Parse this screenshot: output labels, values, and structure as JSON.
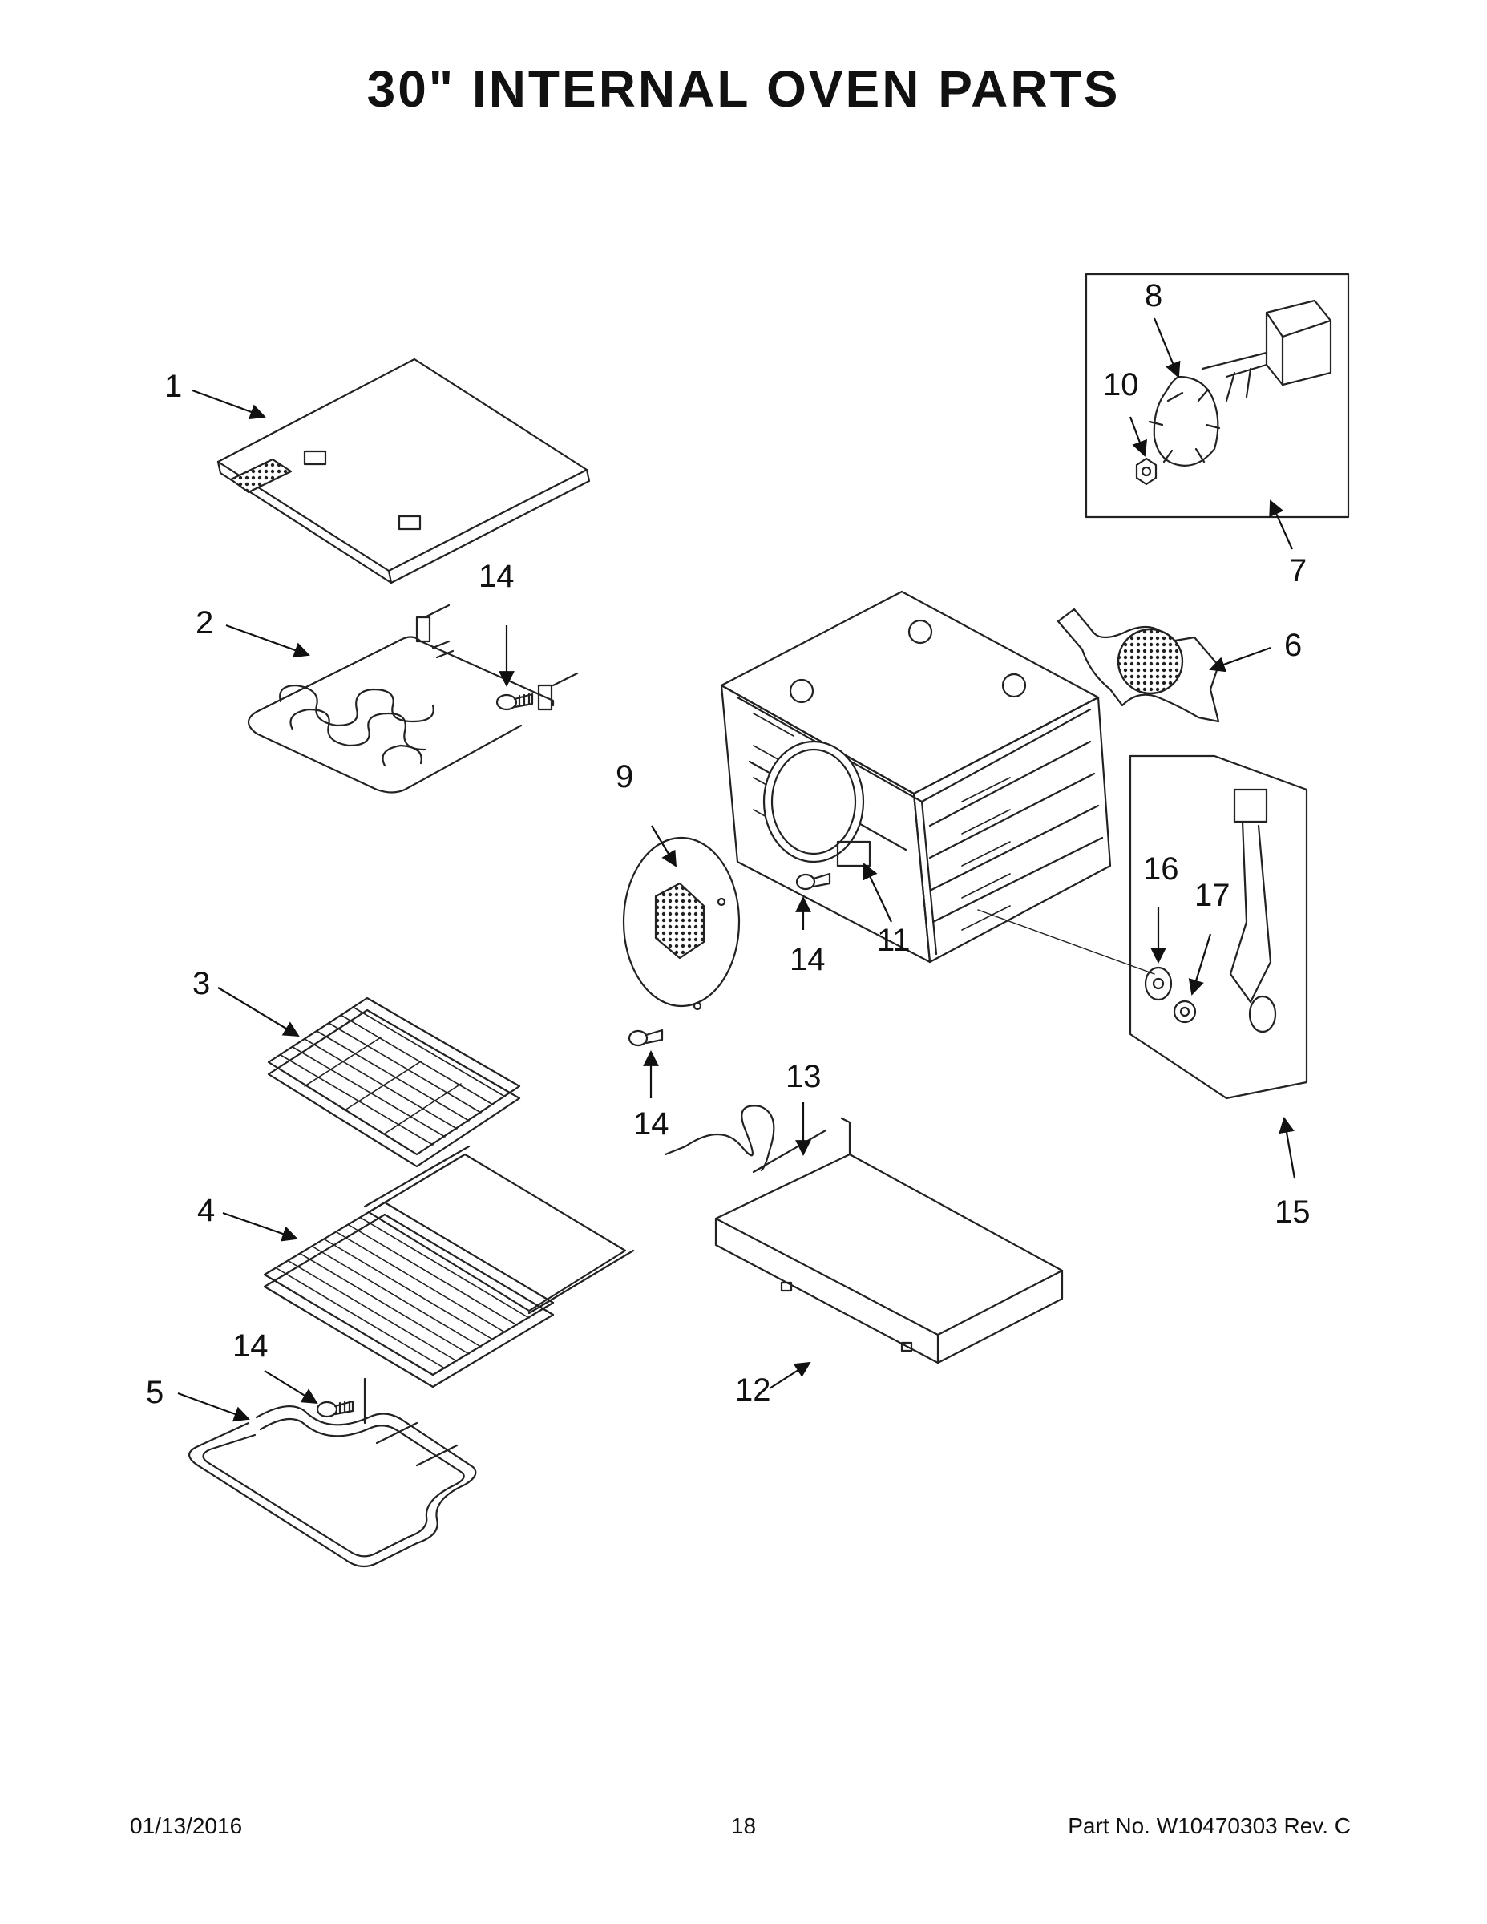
{
  "page": {
    "title": "30\" INTERNAL OVEN PARTS"
  },
  "callouts": {
    "c1": "1",
    "c2": "2",
    "c3": "3",
    "c4": "4",
    "c5": "5",
    "c6": "6",
    "c7": "7",
    "c8": "8",
    "c9": "9",
    "c10": "10",
    "c11": "11",
    "c12": "12",
    "c13": "13",
    "c14a": "14",
    "c14b": "14",
    "c14c": "14",
    "c14d": "14",
    "c15": "15",
    "c16": "16",
    "c17": "17"
  },
  "footer": {
    "date": "01/13/2016",
    "page_number": "18",
    "part_number": "Part No.  W10470303  Rev.  C"
  }
}
